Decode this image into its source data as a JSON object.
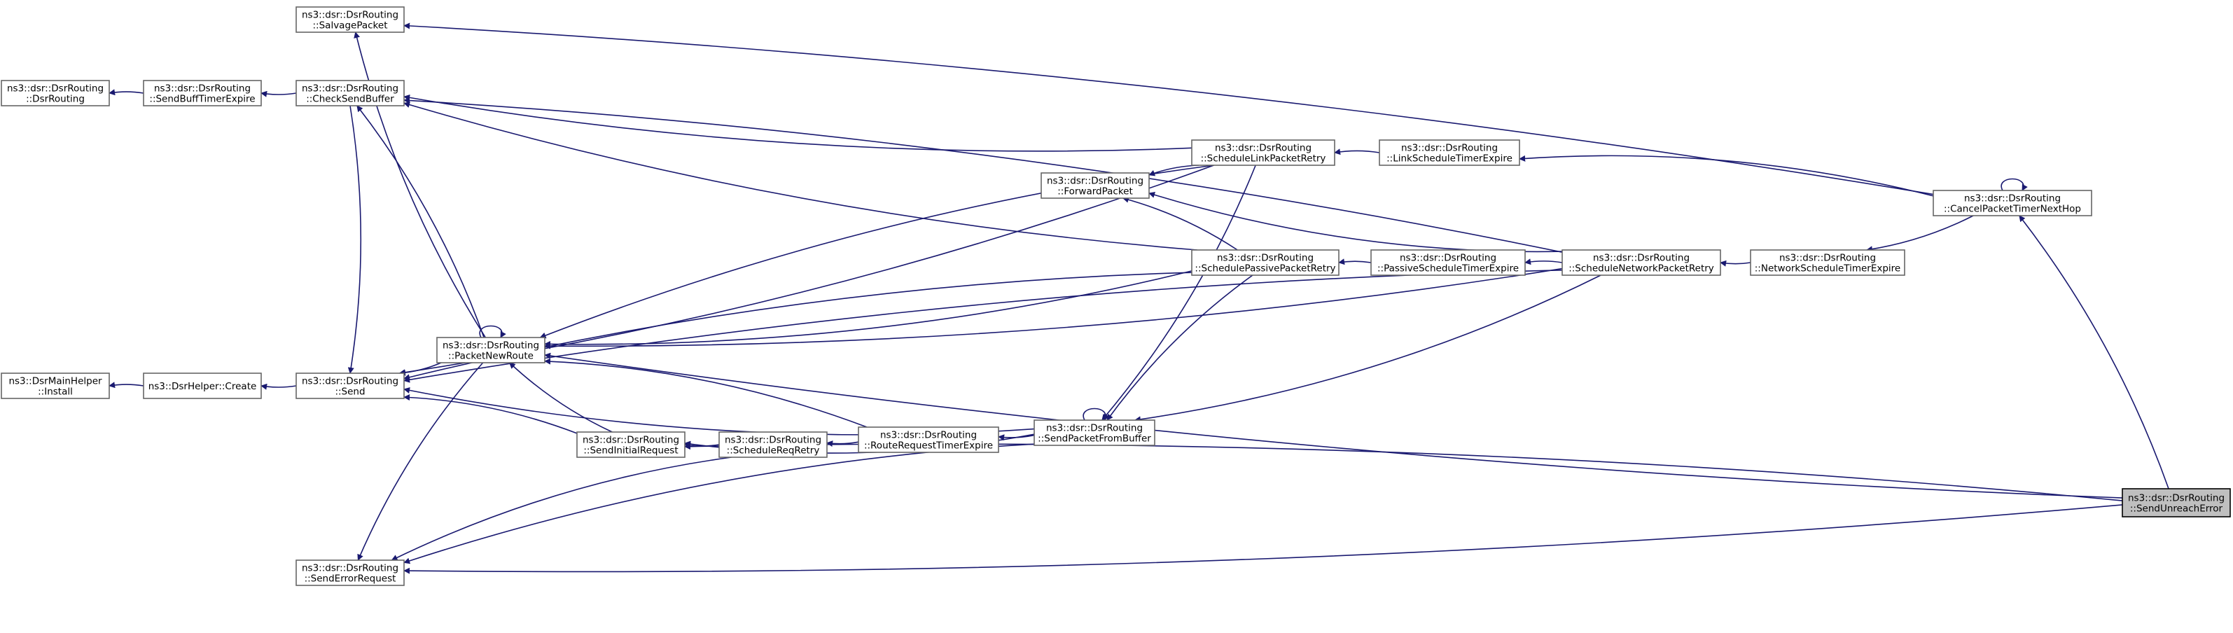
{
  "colors": {
    "edge": "#191970",
    "node_border": "#666666",
    "highlight_fill": "#bfbfbf"
  },
  "nodes": [
    {
      "id": "salvage",
      "lines": [
        "ns3::dsr::DsrRouting",
        "::SalvagePacket"
      ]
    },
    {
      "id": "dsrrouting",
      "lines": [
        "ns3::dsr::DsrRouting",
        "::DsrRouting"
      ]
    },
    {
      "id": "sendbufftimer",
      "lines": [
        "ns3::dsr::DsrRouting",
        "::SendBuffTimerExpire"
      ]
    },
    {
      "id": "checksendbuffer",
      "lines": [
        "ns3::dsr::DsrRouting",
        "::CheckSendBuffer"
      ]
    },
    {
      "id": "schedlinkretry",
      "lines": [
        "ns3::dsr::DsrRouting",
        "::ScheduleLinkPacketRetry"
      ]
    },
    {
      "id": "linkschedtimer",
      "lines": [
        "ns3::dsr::DsrRouting",
        "::LinkScheduleTimerExpire"
      ]
    },
    {
      "id": "forwardpacket",
      "lines": [
        "ns3::dsr::DsrRouting",
        "::ForwardPacket"
      ]
    },
    {
      "id": "cancelpkttimer",
      "lines": [
        "ns3::dsr::DsrRouting",
        "::CancelPacketTimerNextHop"
      ]
    },
    {
      "id": "schedpassiveretry",
      "lines": [
        "ns3::dsr::DsrRouting",
        "::SchedulePassivePacketRetry"
      ]
    },
    {
      "id": "passiveschedtimer",
      "lines": [
        "ns3::dsr::DsrRouting",
        "::PassiveScheduleTimerExpire"
      ]
    },
    {
      "id": "schednetretry",
      "lines": [
        "ns3::dsr::DsrRouting",
        "::ScheduleNetworkPacketRetry"
      ]
    },
    {
      "id": "netschedtimer",
      "lines": [
        "ns3::dsr::DsrRouting",
        "::NetworkScheduleTimerExpire"
      ]
    },
    {
      "id": "packetnewroute",
      "lines": [
        "ns3::dsr::DsrRouting",
        "::PacketNewRoute"
      ]
    },
    {
      "id": "install",
      "lines": [
        "ns3::DsrMainHelper",
        "::Install"
      ]
    },
    {
      "id": "create",
      "lines": [
        "ns3::DsrHelper::Create"
      ]
    },
    {
      "id": "send",
      "lines": [
        "ns3::dsr::DsrRouting",
        "::Send"
      ]
    },
    {
      "id": "sendinitialrequest",
      "lines": [
        "ns3::dsr::DsrRouting",
        "::SendInitialRequest"
      ]
    },
    {
      "id": "schedreqretry",
      "lines": [
        "ns3::dsr::DsrRouting",
        "::ScheduleReqRetry"
      ]
    },
    {
      "id": "routereqtimer",
      "lines": [
        "ns3::dsr::DsrRouting",
        "::RouteRequestTimerExpire"
      ]
    },
    {
      "id": "sendpktfrombuffer",
      "lines": [
        "ns3::dsr::DsrRouting",
        "::SendPacketFromBuffer"
      ]
    },
    {
      "id": "senderrorrequest",
      "lines": [
        "ns3::dsr::DsrRouting",
        "::SendErrorRequest"
      ]
    },
    {
      "id": "sendunreach",
      "lines": [
        "ns3::dsr::DsrRouting",
        "::SendUnreachError"
      ],
      "highlighted": true
    }
  ],
  "edges": [
    {
      "from": "sendunreach",
      "to": "cancelpkttimer"
    },
    {
      "from": "sendunreach",
      "to": "packetnewroute"
    },
    {
      "from": "sendunreach",
      "to": "sendinitialrequest"
    },
    {
      "from": "sendunreach",
      "to": "senderrorrequest"
    },
    {
      "from": "cancelpkttimer",
      "to": "salvage"
    },
    {
      "from": "cancelpkttimer",
      "to": "cancelpkttimer"
    },
    {
      "from": "cancelpkttimer",
      "to": "linkschedtimer"
    },
    {
      "from": "cancelpkttimer",
      "to": "netschedtimer"
    },
    {
      "from": "linkschedtimer",
      "to": "schedlinkretry"
    },
    {
      "from": "netschedtimer",
      "to": "schednetretry"
    },
    {
      "from": "schednetretry",
      "to": "passiveschedtimer"
    },
    {
      "from": "schednetretry",
      "to": "forwardpacket"
    },
    {
      "from": "schednetretry",
      "to": "checksendbuffer"
    },
    {
      "from": "schednetretry",
      "to": "packetnewroute"
    },
    {
      "from": "schednetretry",
      "to": "send"
    },
    {
      "from": "schednetretry",
      "to": "sendpktfrombuffer"
    },
    {
      "from": "passiveschedtimer",
      "to": "schedpassiveretry"
    },
    {
      "from": "schedlinkretry",
      "to": "checksendbuffer"
    },
    {
      "from": "schedlinkretry",
      "to": "forwardpacket"
    },
    {
      "from": "schedlinkretry",
      "to": "send"
    },
    {
      "from": "schedlinkretry",
      "to": "packetnewroute"
    },
    {
      "from": "schedlinkretry",
      "to": "sendpktfrombuffer"
    },
    {
      "from": "schedpassiveretry",
      "to": "forwardpacket"
    },
    {
      "from": "schedpassiveretry",
      "to": "checksendbuffer"
    },
    {
      "from": "schedpassiveretry",
      "to": "send"
    },
    {
      "from": "schedpassiveretry",
      "to": "packetnewroute"
    },
    {
      "from": "schedpassiveretry",
      "to": "sendpktfrombuffer"
    },
    {
      "from": "checksendbuffer",
      "to": "sendbufftimer"
    },
    {
      "from": "sendbufftimer",
      "to": "dsrrouting"
    },
    {
      "from": "checksendbuffer",
      "to": "send"
    },
    {
      "from": "packetnewroute",
      "to": "checksendbuffer"
    },
    {
      "from": "packetnewroute",
      "to": "salvage"
    },
    {
      "from": "packetnewroute",
      "to": "packetnewroute"
    },
    {
      "from": "packetnewroute",
      "to": "send"
    },
    {
      "from": "packetnewroute",
      "to": "senderrorrequest"
    },
    {
      "from": "send",
      "to": "create"
    },
    {
      "from": "create",
      "to": "install"
    },
    {
      "from": "sendinitialrequest",
      "to": "packetnewroute"
    },
    {
      "from": "sendinitialrequest",
      "to": "send"
    },
    {
      "from": "schedreqretry",
      "to": "sendinitialrequest"
    },
    {
      "from": "schedreqretry",
      "to": "senderrorrequest"
    },
    {
      "from": "routereqtimer",
      "to": "schedreqretry"
    },
    {
      "from": "routereqtimer",
      "to": "packetnewroute"
    },
    {
      "from": "sendpktfrombuffer",
      "to": "routereqtimer"
    },
    {
      "from": "sendpktfrombuffer",
      "to": "sendpktfrombuffer"
    },
    {
      "from": "sendpktfrombuffer",
      "to": "send"
    },
    {
      "from": "sendpktfrombuffer",
      "to": "senderrorrequest"
    },
    {
      "from": "sendpktfrombuffer",
      "to": "sendinitialrequest"
    }
  ]
}
